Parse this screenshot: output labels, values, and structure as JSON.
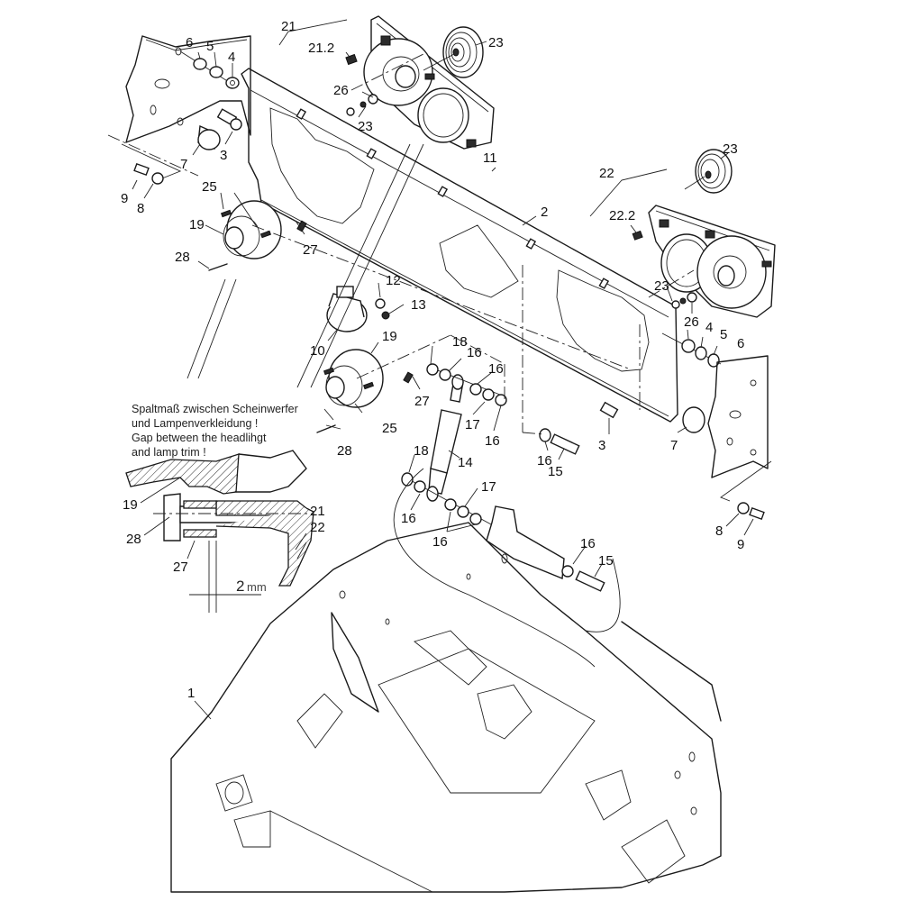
{
  "figure": {
    "type": "exploded parts diagram",
    "subject": "Headlight mounting bracket assembly on front frame"
  },
  "callouts": [
    {
      "id": "c-21",
      "label": "21"
    },
    {
      "id": "c-21-2",
      "label": "21.2"
    },
    {
      "id": "c-23-a",
      "label": "23"
    },
    {
      "id": "c-26-a",
      "label": "26"
    },
    {
      "id": "c-23-b",
      "label": "23"
    },
    {
      "id": "c-6-a",
      "label": "6"
    },
    {
      "id": "c-5-a",
      "label": "5"
    },
    {
      "id": "c-4-a",
      "label": "4"
    },
    {
      "id": "c-3-a",
      "label": "3"
    },
    {
      "id": "c-7-a",
      "label": "7"
    },
    {
      "id": "c-9-a",
      "label": "9"
    },
    {
      "id": "c-8-a",
      "label": "8"
    },
    {
      "id": "c-11",
      "label": "11"
    },
    {
      "id": "c-25-a",
      "label": "25"
    },
    {
      "id": "c-19-a",
      "label": "19"
    },
    {
      "id": "c-27-a",
      "label": "27"
    },
    {
      "id": "c-28-a",
      "label": "28"
    },
    {
      "id": "c-2",
      "label": "2"
    },
    {
      "id": "c-22",
      "label": "22"
    },
    {
      "id": "c-22-2",
      "label": "22.2"
    },
    {
      "id": "c-23-c",
      "label": "23"
    },
    {
      "id": "c-23-d",
      "label": "23"
    },
    {
      "id": "c-26-b",
      "label": "26"
    },
    {
      "id": "c-4-b",
      "label": "4"
    },
    {
      "id": "c-5-b",
      "label": "5"
    },
    {
      "id": "c-6-b",
      "label": "6"
    },
    {
      "id": "c-12",
      "label": "12"
    },
    {
      "id": "c-13",
      "label": "13"
    },
    {
      "id": "c-10",
      "label": "10"
    },
    {
      "id": "c-19-b",
      "label": "19"
    },
    {
      "id": "c-18-a",
      "label": "18"
    },
    {
      "id": "c-16-a",
      "label": "16"
    },
    {
      "id": "c-16-b",
      "label": "16"
    },
    {
      "id": "c-17-a",
      "label": "17"
    },
    {
      "id": "c-16-c",
      "label": "16"
    },
    {
      "id": "c-27-b",
      "label": "27"
    },
    {
      "id": "c-25-b",
      "label": "25"
    },
    {
      "id": "c-28-b",
      "label": "28"
    },
    {
      "id": "c-3-b",
      "label": "3"
    },
    {
      "id": "c-16-d",
      "label": "16"
    },
    {
      "id": "c-15-a",
      "label": "15"
    },
    {
      "id": "c-7-b",
      "label": "7"
    },
    {
      "id": "c-14",
      "label": "14"
    },
    {
      "id": "c-18-b",
      "label": "18"
    },
    {
      "id": "c-17-b",
      "label": "17"
    },
    {
      "id": "c-16-e",
      "label": "16"
    },
    {
      "id": "c-16-f",
      "label": "16"
    },
    {
      "id": "c-16-g",
      "label": "16"
    },
    {
      "id": "c-15-b",
      "label": "15"
    },
    {
      "id": "c-8-b",
      "label": "8"
    },
    {
      "id": "c-9-b",
      "label": "9"
    },
    {
      "id": "c-19-sec",
      "label": "19"
    },
    {
      "id": "c-28-sec",
      "label": "28"
    },
    {
      "id": "c-27-sec",
      "label": "27"
    },
    {
      "id": "c-21-sec",
      "label": "21"
    },
    {
      "id": "c-22-sec",
      "label": "22"
    },
    {
      "id": "c-1",
      "label": "1"
    }
  ],
  "note": {
    "line1_de": "Spaltmaß zwischen Scheinwerfer",
    "line2_de": "und Lampenverkleidung !",
    "line3_en": "Gap between the headlihgt",
    "line4_en": "and lamp trim !"
  },
  "dimension": {
    "value": "2",
    "unit": "mm"
  }
}
